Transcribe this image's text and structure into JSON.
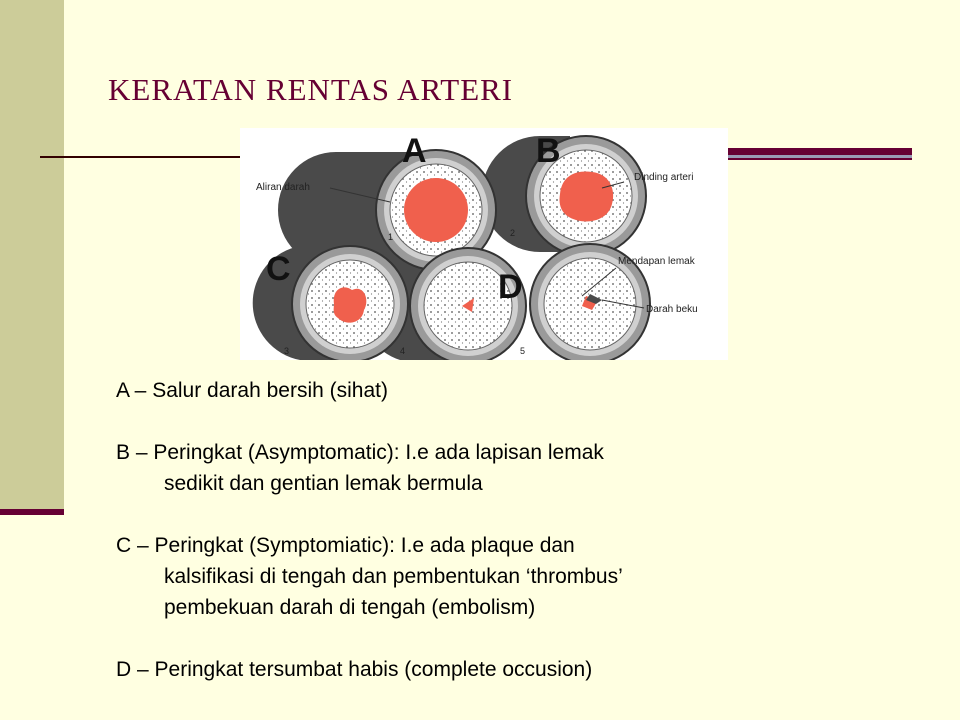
{
  "slide": {
    "title": "KERATAN RENTAS ARTERI",
    "accent_color": "#660033",
    "background_color": "#FFFFE1"
  },
  "figure": {
    "labels": {
      "a": "A",
      "b": "B",
      "c": "C",
      "d": "D"
    },
    "numbers": [
      "1",
      "2",
      "3",
      "4",
      "5"
    ],
    "callouts": {
      "aliran_darah": "Aliran darah",
      "dinding_arteri": "Dinding arteri",
      "mendapan_lemak": "Mendapan lemak",
      "darah_beku": "Darah beku"
    }
  },
  "items": {
    "a": "A – Salur darah bersih (sihat)",
    "b_line1": "B – Peringkat (Asymptomatic): I.e ada lapisan lemak",
    "b_line2": "sedikit dan gentian lemak bermula",
    "c_line1": "C – Peringkat (Symptomiatic): I.e ada plaque dan",
    "c_line2": "kalsifikasi di tengah dan pembentukan ‘thrombus’",
    "c_line3": "pembekuan darah di tengah (embolism)",
    "d": "D – Peringkat tersumbat habis (complete occusion)"
  }
}
